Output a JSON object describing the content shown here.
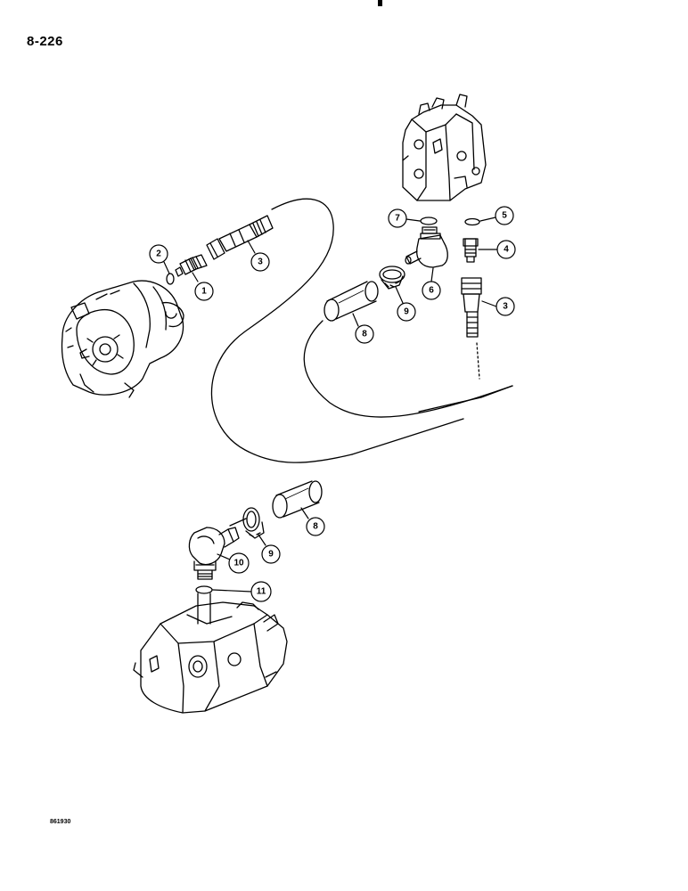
{
  "page": {
    "number": "8-226",
    "figure_code": "861930"
  },
  "callouts": [
    {
      "id": "c-2-left",
      "label": "2"
    },
    {
      "id": "c-1",
      "label": "1"
    },
    {
      "id": "c-3-upper",
      "label": "3"
    },
    {
      "id": "c-7",
      "label": "7"
    },
    {
      "id": "c-5",
      "label": "5"
    },
    {
      "id": "c-4",
      "label": "4"
    },
    {
      "id": "c-6",
      "label": "6"
    },
    {
      "id": "c-3-right",
      "label": "3"
    },
    {
      "id": "c-9-upper",
      "label": "9"
    },
    {
      "id": "c-8-upper",
      "label": "8"
    },
    {
      "id": "c-8-lower",
      "label": "8"
    },
    {
      "id": "c-9-lower",
      "label": "9"
    },
    {
      "id": "c-10",
      "label": "10"
    },
    {
      "id": "c-11",
      "label": "11"
    }
  ]
}
